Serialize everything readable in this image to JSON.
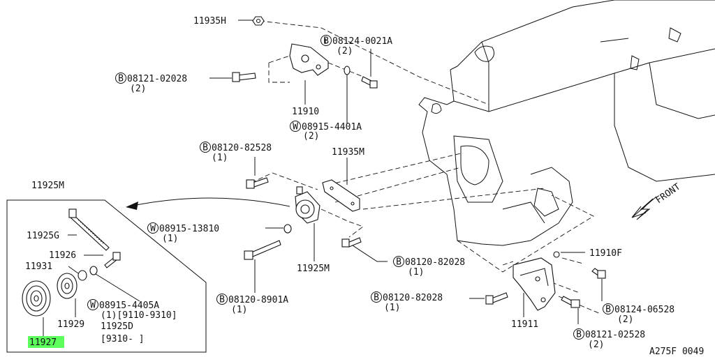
{
  "labels": {
    "l_11935H": "11935H",
    "l_08124_0021A": "08124-0021A",
    "l_08124_0021A_q": "(2)",
    "l_08121_02028": "08121-02028",
    "l_08121_02028_q": "(2)",
    "l_11910": "11910",
    "l_08915_4401A": "08915-4401A",
    "l_08915_4401A_q": "(2)",
    "l_08120_82528": "08120-82528",
    "l_08120_82528_q": "(1)",
    "l_11935M": "11935M",
    "l_11925M_top": "11925M",
    "l_11925G": "11925G",
    "l_08915_13810": "08915-13810",
    "l_08915_13810_q": "(1)",
    "l_11926": "11926",
    "l_11931": "11931",
    "l_11925M_mid": "11925M",
    "l_08120_82028a": "08120-82028",
    "l_08120_82028a_q": "(1)",
    "l_08120_8901A": "08120-8901A",
    "l_08120_8901A_q": "(1)",
    "l_08915_4405A": "08915-4405A",
    "l_08915_4405A_q1": "(1)[9110-9310]",
    "l_11925D": "11925D",
    "l_11925D_range": "[9310-   ]",
    "l_11929": "11929",
    "l_11927": "11927",
    "l_11910F": "11910F",
    "l_08120_82028b": "08120-82028",
    "l_08120_82028b_q": "(1)",
    "l_11911": "11911",
    "l_08124_06528": "08124-06528",
    "l_08124_06528_q": "(2)",
    "l_08121_02528": "08121-02528",
    "l_08121_02528_q": "(2)",
    "front": "FRONT",
    "ref": "A275F 0049"
  },
  "symbols": {
    "bolt": "B",
    "washer": "W"
  },
  "colors": {
    "line": "#111111",
    "highlight": "#5cff5c"
  }
}
